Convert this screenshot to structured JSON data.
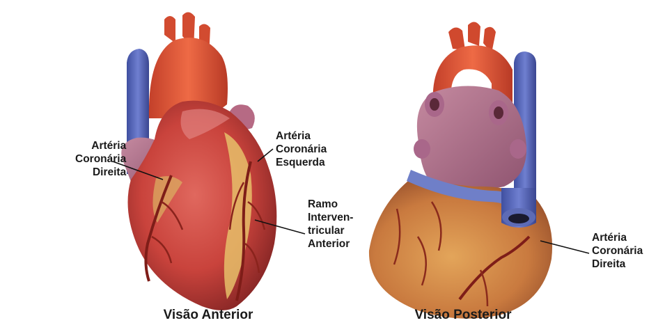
{
  "figure": {
    "views": [
      {
        "caption": "Visão Anterior"
      },
      {
        "caption": "Visão Posterior"
      }
    ],
    "labels": {
      "anterior_rca": [
        "Artéria",
        "Coronária",
        "Direita"
      ],
      "anterior_lca": [
        "Artéria",
        "Coronária",
        "Esquerda"
      ],
      "anterior_lad": [
        "Ramo",
        "Interven-",
        "tricular",
        "Anterior"
      ],
      "posterior_rca": [
        "Artéria",
        "Coronária",
        "Direita"
      ]
    }
  }
}
